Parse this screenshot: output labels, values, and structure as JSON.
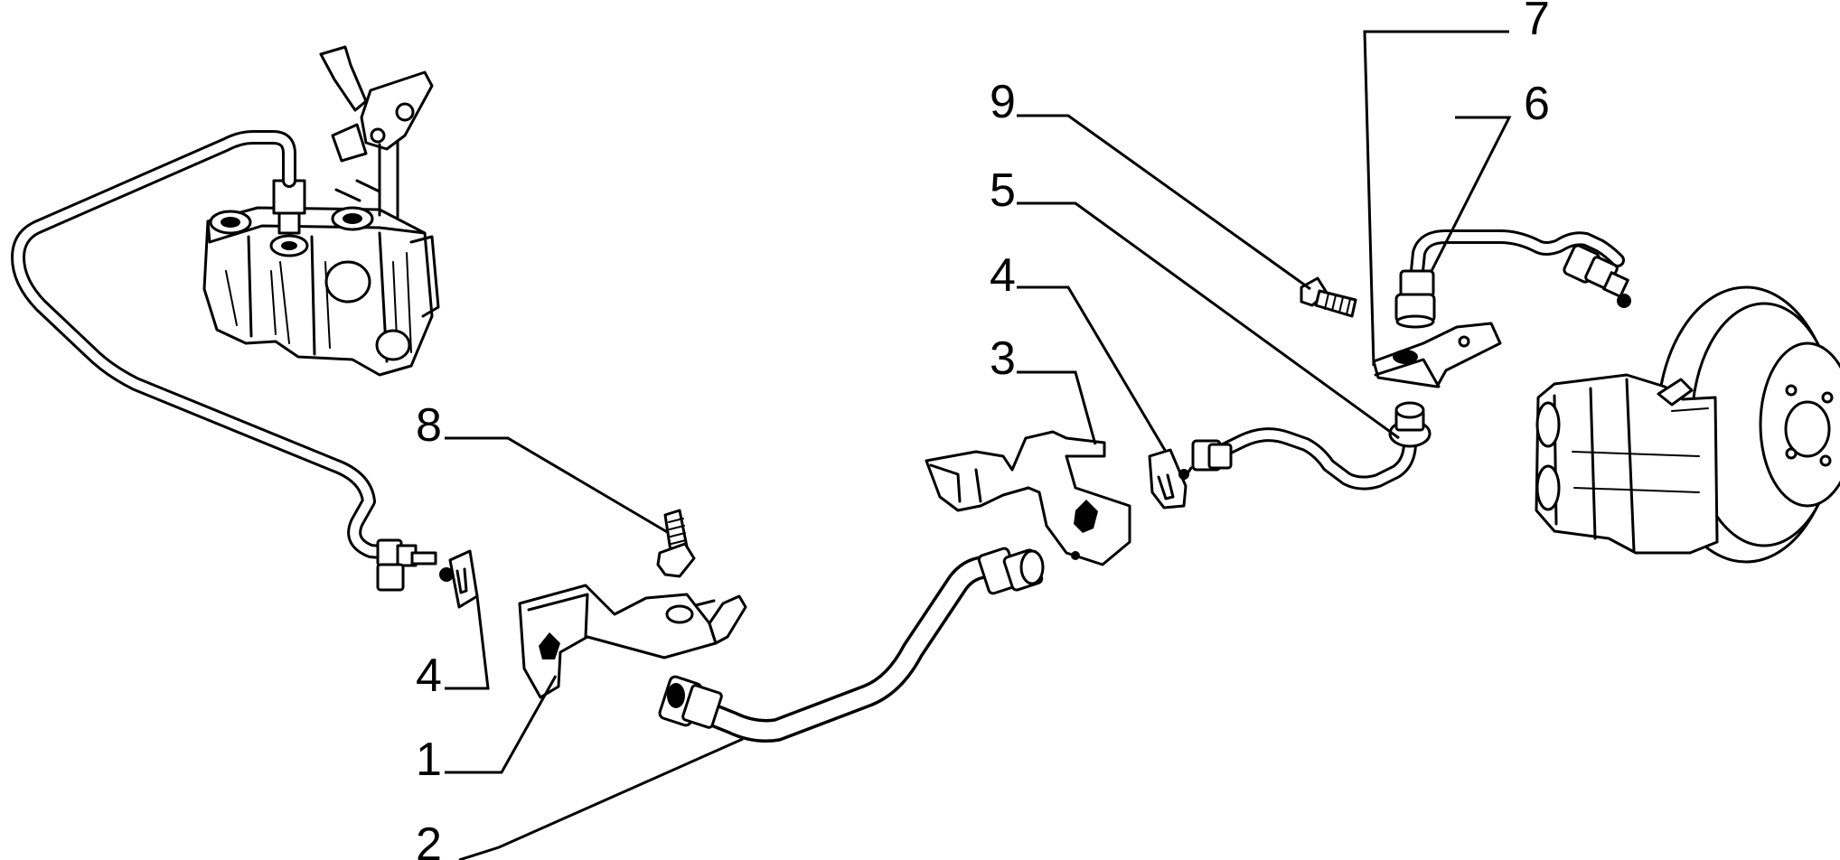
{
  "callouts": [
    {
      "id": "c1",
      "label": "1"
    },
    {
      "id": "c2",
      "label": "2"
    },
    {
      "id": "c3",
      "label": "3"
    },
    {
      "id": "c4a",
      "label": "4"
    },
    {
      "id": "c4b",
      "label": "4"
    },
    {
      "id": "c5",
      "label": "5"
    },
    {
      "id": "c6",
      "label": "6"
    },
    {
      "id": "c7",
      "label": "7"
    },
    {
      "id": "c8",
      "label": "8"
    },
    {
      "id": "c9",
      "label": "9"
    }
  ]
}
